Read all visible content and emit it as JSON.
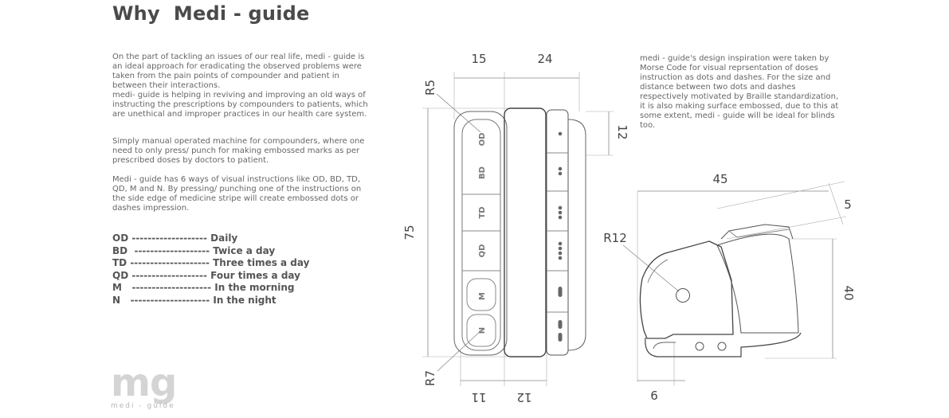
{
  "title": "Why  Medi - guide",
  "paragraphs": {
    "p1": "On the part of tackling an issues of our real life, medi - guide is an ideal approach for eradicating the observed  problems were taken from the pain points of compounder and patient in between their interactions.\nmedi- guide is helping in reviving and improving an old ways of instructing the prescriptions by compounders to patients, which are unethical and  improper practices in our health care system.",
    "p2": "Simply manual operated machine for compounders, where one need to only press/ punch for making embossed marks as per prescribed doses by doctors to patient.",
    "p3": "Medi - guide has 6 ways of visual instructions like OD, BD, TD, QD, M and N.  By  pressing/ punching one of the instructions on the side edge of medicine stripe will create embossed dots or dashes impression.",
    "p4": "medi - guide's design inspiration were taken by Morse Code for visual reprsentation of doses instruction as dots and dashes. For the size and distance between two dots and dashes respectively motivated by Braille standardization, it is also making surface embossed, due to this at some extent, medi - guide will be ideal for blinds too."
  },
  "legend": [
    {
      "text": "OD ------------------- Daily"
    },
    {
      "text": "BD  ------------------- Twice a day"
    },
    {
      "text": "TD -------------------- Three times a day"
    },
    {
      "text": "QD ------------------- Four times a day"
    },
    {
      "text": "M   -------------------- In the morning"
    },
    {
      "text": "N   -------------------- In the night"
    }
  ],
  "brand": {
    "logo": "mg",
    "subtitle": "medi - guide"
  },
  "front_view": {
    "buttons": [
      "OD",
      "BD",
      "TD",
      "QD",
      "M",
      "N"
    ],
    "dims": {
      "top_left": "15",
      "top_right": "24",
      "corner_top": "R5",
      "height": "75",
      "corner_bottom": "R7",
      "bottom_left": "11",
      "bottom_right": "12",
      "side": "12"
    }
  },
  "side_view": {
    "dims": {
      "width": "45",
      "angle": "5",
      "radius": "R12",
      "height": "40",
      "bottom": "6"
    }
  }
}
